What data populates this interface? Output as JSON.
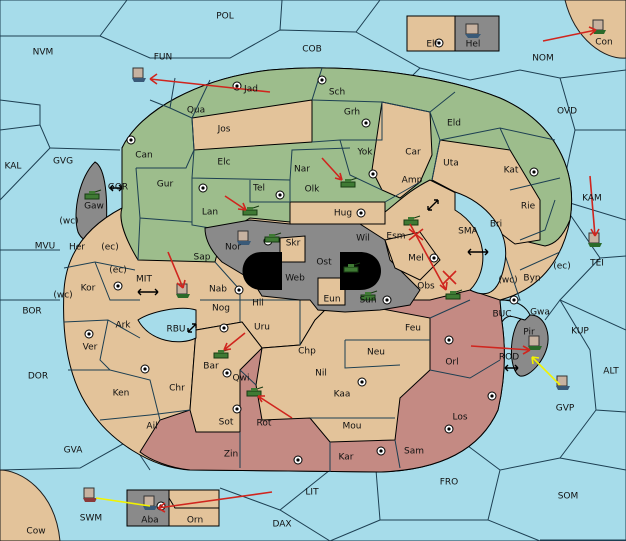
{
  "colors": {
    "sea": "#a6dcea",
    "green": "#9dbd8c",
    "tan": "#e3c39a",
    "red": "#c48a83",
    "gray": "#8a8a8a",
    "black": "#000000",
    "order_red": "#d0251e",
    "order_yellow": "#f2f200"
  },
  "sea_labels": {
    "pol": "POL",
    "nvm": "NVM",
    "fun": "FUN",
    "cob": "COB",
    "nom": "NOM",
    "ovd": "OVD",
    "kal": "KAL",
    "gvg": "GVG",
    "gor": "GOR",
    "mvu": "MVU",
    "mit": "MIT",
    "bor": "BOR",
    "rbu": "RBU",
    "dor": "DOR",
    "gva": "GVA",
    "sma": "SMA",
    "kam": "KAM",
    "tei": "TEI",
    "buc": "BUC",
    "kup": "KUP",
    "rod": "ROD",
    "alt": "ALT",
    "gvp": "GVP",
    "fro": "FRO",
    "som": "SOM",
    "lit": "LIT",
    "swm": "SWM",
    "dax": "DAX",
    "cow": "Cow",
    "con": "Con"
  },
  "land_labels": {
    "jad": "Jad",
    "sch": "Sch",
    "qua": "Qua",
    "grh": "Grh",
    "eld": "Eld",
    "jos": "Jos",
    "can": "Can",
    "yok": "Yok",
    "car": "Car",
    "elc": "Elc",
    "nar": "Nar",
    "uta": "Uta",
    "kat": "Kat",
    "gaw": "Gaw",
    "tel": "Tel",
    "olk": "Olk",
    "amp": "Amp",
    "gur": "Gur",
    "lan": "Lan",
    "hug": "Hug",
    "rie": "Rie",
    "bri": "Bri",
    "nor": "Nor",
    "skr": "Skr",
    "wil": "Wil",
    "esm": "Esm",
    "her": "Her",
    "sap": "Sap",
    "ost": "Ost",
    "web": "Web",
    "mel": "Mel",
    "byn": "Byn",
    "kor": "Kor",
    "nab": "Nab",
    "eun": "Eun",
    "sun": "Sun",
    "obs": "Obs",
    "gwa": "Gwa",
    "hil": "Hil",
    "ark": "Ark",
    "nog": "Nog",
    "pir": "Pir",
    "uru": "Uru",
    "feu": "Feu",
    "ver": "Ver",
    "chp": "Chp",
    "neu": "Neu",
    "orl": "Orl",
    "bar": "Bar",
    "qwi": "Qwi",
    "nil": "Nil",
    "ken": "Ken",
    "chr": "Chr",
    "kaa": "Kaa",
    "ail": "Ail",
    "sot": "Sot",
    "rot": "Rot",
    "mou": "Mou",
    "los": "Los",
    "zin": "Zin",
    "kar": "Kar",
    "sam": "Sam",
    "elf": "Elf",
    "hel": "Hel",
    "aba": "Aba",
    "orn": "Orn"
  },
  "coast_markers": {
    "wc1": "(wc)",
    "ec1": "(ec)",
    "ec2": "(ec)",
    "wc2": "(wc)",
    "wc3": "(wc)",
    "ec3": "(ec)"
  }
}
